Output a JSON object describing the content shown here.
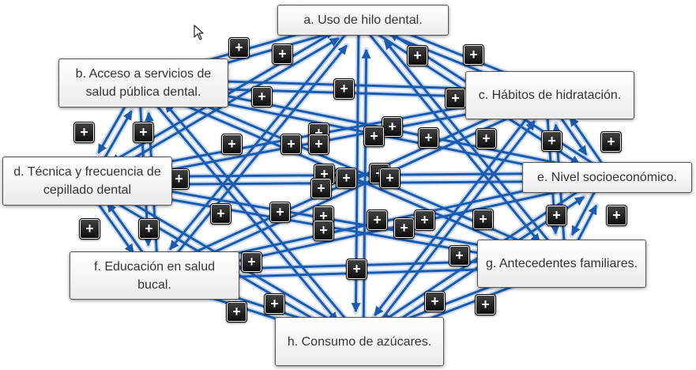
{
  "nodes": [
    {
      "id": "a",
      "text": "a. Uso de hilo dental."
    },
    {
      "id": "b",
      "text": "b. Acceso a servicios de salud pública dental."
    },
    {
      "id": "c",
      "text": "c. Hábitos de hidratación."
    },
    {
      "id": "d",
      "text": "d. Técnica y frecuencia de cepillado dental"
    },
    {
      "id": "e",
      "text": "e. Nivel socioeconómico."
    },
    {
      "id": "f",
      "text": "f. Educación en salud bucal."
    },
    {
      "id": "g",
      "text": "g. Antecedentes familiares."
    },
    {
      "id": "h",
      "text": "h. Consumo de azúcares."
    }
  ],
  "plus_label": "+",
  "colors": {
    "edge": "#1a5bb0",
    "edge_halo": "#a9c4e6",
    "node_border": "#555555",
    "button_bg": "#111111"
  }
}
